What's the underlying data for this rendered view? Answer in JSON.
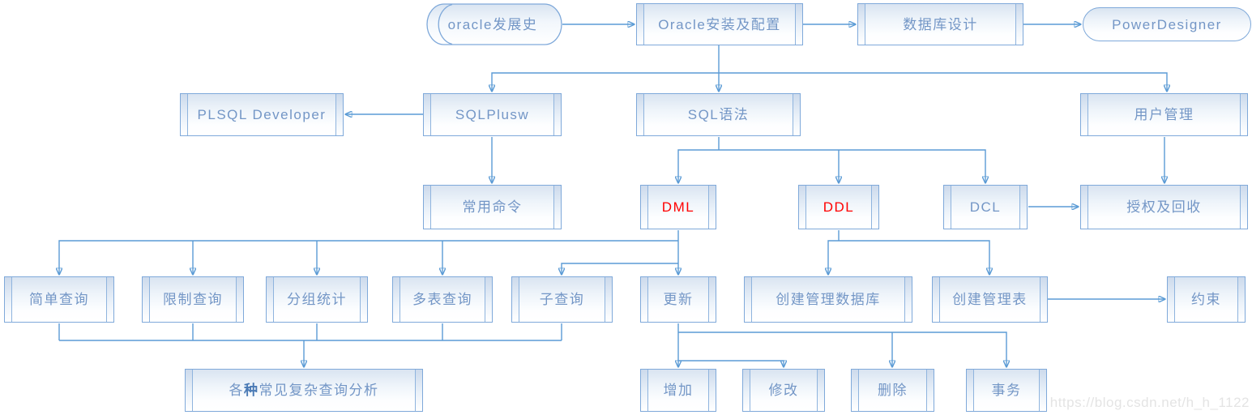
{
  "watermark": "https://blog.csdn.net/h_h_1122",
  "colors": {
    "connector": "#5b9bd5",
    "node_border": "#7fa9da",
    "node_text": "#7396c6",
    "highlight_text": "#ff0000",
    "watermark_text": "#e4e4e4"
  },
  "nodes": {
    "oracle_history": {
      "label": "oracle发展史",
      "shape": "cylinder"
    },
    "oracle_install": {
      "label": "Oracle安装及配置",
      "shape": "process"
    },
    "db_design": {
      "label": "数据库设计",
      "shape": "process"
    },
    "powerdesigner": {
      "label": "PowerDesigner",
      "shape": "stadium"
    },
    "plsql_dev": {
      "label": "PLSQL Developer",
      "shape": "process"
    },
    "sqlplusw": {
      "label": "SQLPlusw",
      "shape": "process"
    },
    "sql_syntax": {
      "label": "SQL语法",
      "shape": "process"
    },
    "user_mgmt": {
      "label": "用户管理",
      "shape": "process"
    },
    "common_cmds": {
      "label": "常用命令",
      "shape": "process"
    },
    "dml": {
      "label": "DML",
      "shape": "process",
      "text_color": "#ff0000"
    },
    "ddl": {
      "label": "DDL",
      "shape": "process",
      "text_color": "#ff0000"
    },
    "dcl": {
      "label": "DCL",
      "shape": "process"
    },
    "grant_revoke": {
      "label": "授权及回收",
      "shape": "process"
    },
    "simple_query": {
      "label": "简单查询",
      "shape": "process"
    },
    "limit_query": {
      "label": "限制查询",
      "shape": "process"
    },
    "group_stats": {
      "label": "分组统计",
      "shape": "process"
    },
    "multi_table": {
      "label": "多表查询",
      "shape": "process"
    },
    "subquery": {
      "label": "子查询",
      "shape": "process"
    },
    "update": {
      "label": "更新",
      "shape": "process"
    },
    "create_db": {
      "label": "创建管理数据库",
      "shape": "process"
    },
    "create_table": {
      "label": "创建管理表",
      "shape": "process"
    },
    "constraint": {
      "label": "约束",
      "shape": "process"
    },
    "complex_query": {
      "prefix": "各",
      "bold": "种",
      "suffix": "常见复杂查询分析",
      "shape": "process"
    },
    "insert": {
      "label": "增加",
      "shape": "process"
    },
    "modify": {
      "label": "修改",
      "shape": "process"
    },
    "delete": {
      "label": "删除",
      "shape": "process"
    },
    "transaction": {
      "label": "事务",
      "shape": "process"
    }
  },
  "edges": [
    {
      "from": "oracle_history",
      "to": "oracle_install"
    },
    {
      "from": "oracle_install",
      "to": "db_design"
    },
    {
      "from": "db_design",
      "to": "powerdesigner"
    },
    {
      "from": "oracle_install",
      "to": "sqlplusw"
    },
    {
      "from": "oracle_install",
      "to": "sql_syntax"
    },
    {
      "from": "oracle_install",
      "to": "user_mgmt"
    },
    {
      "from": "sqlplusw",
      "to": "plsql_dev"
    },
    {
      "from": "sqlplusw",
      "to": "common_cmds"
    },
    {
      "from": "sql_syntax",
      "to": "dml"
    },
    {
      "from": "sql_syntax",
      "to": "ddl"
    },
    {
      "from": "sql_syntax",
      "to": "dcl"
    },
    {
      "from": "user_mgmt",
      "to": "grant_revoke"
    },
    {
      "from": "dcl",
      "to": "grant_revoke"
    },
    {
      "from": "dml",
      "to": "simple_query"
    },
    {
      "from": "dml",
      "to": "limit_query"
    },
    {
      "from": "dml",
      "to": "group_stats"
    },
    {
      "from": "dml",
      "to": "multi_table"
    },
    {
      "from": "dml",
      "to": "subquery"
    },
    {
      "from": "dml",
      "to": "update"
    },
    {
      "from": "ddl",
      "to": "create_db"
    },
    {
      "from": "ddl",
      "to": "create_table"
    },
    {
      "from": "create_table",
      "to": "constraint"
    },
    {
      "from": "simple_query",
      "to": "complex_query"
    },
    {
      "from": "limit_query",
      "to": "complex_query"
    },
    {
      "from": "group_stats",
      "to": "complex_query"
    },
    {
      "from": "multi_table",
      "to": "complex_query"
    },
    {
      "from": "subquery",
      "to": "complex_query"
    },
    {
      "from": "update",
      "to": "insert"
    },
    {
      "from": "update",
      "to": "modify"
    },
    {
      "from": "update",
      "to": "delete"
    },
    {
      "from": "update",
      "to": "transaction"
    }
  ]
}
